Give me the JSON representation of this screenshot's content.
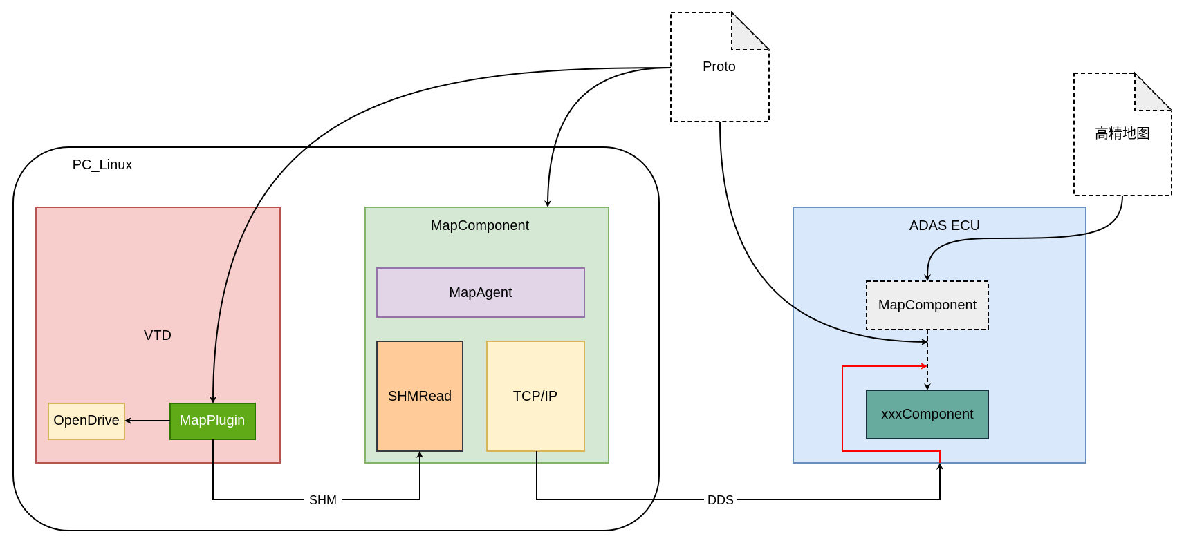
{
  "colors": {
    "pc_linux_fill": "#ffffff",
    "vtd_fill": "#f8cecc",
    "vtd_stroke": "#b85450",
    "mapcomponent_fill": "#d5e8d4",
    "mapcomponent_stroke": "#82b366",
    "mapagent_fill": "#e1d5e7",
    "mapagent_stroke": "#9673a6",
    "shmread_fill": "#ffcc99",
    "shmread_stroke": "#36393d",
    "tcpip_fill": "#fff2cc",
    "tcpip_stroke": "#d6b656",
    "opendrive_fill": "#fff2cc",
    "opendrive_stroke": "#d6b656",
    "mapplugin_fill": "#60a917",
    "mapplugin_stroke": "#2d7600",
    "adas_fill": "#dae8fc",
    "adas_stroke": "#6c8ebf",
    "ecu_mapcomponent_fill": "#eeeeee",
    "xxxcomponent_fill": "#67ab9f",
    "xxxcomponent_stroke": "#16313d",
    "red_edge": "#ff0000"
  },
  "nodes": {
    "pc_linux": "PC_Linux",
    "vtd": "VTD",
    "opendrive": "OpenDrive",
    "mapplugin": "MapPlugin",
    "mapcomponent": "MapComponent",
    "mapagent": "MapAgent",
    "shmread": "SHMRead",
    "tcpip": "TCP/IP",
    "proto": "Proto",
    "hdmap": "高精地图",
    "adas_ecu": "ADAS ECU",
    "ecu_mapcomponent": "MapComponent",
    "xxxcomponent": "xxxComponent"
  },
  "edges": {
    "shm": "SHM",
    "dds": "DDS"
  }
}
